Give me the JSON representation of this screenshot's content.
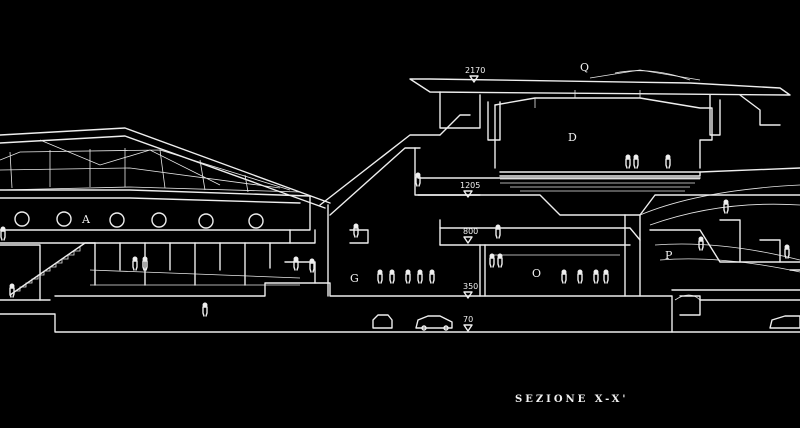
{
  "drawing": {
    "title": "SEZIONE X-X'",
    "background": "#000000",
    "stroke_color": "#eeeeee"
  },
  "zones": {
    "a": "A",
    "d": "D",
    "g": "G",
    "o": "O",
    "p": "P",
    "q": "Q"
  },
  "elevations": {
    "top": "2170",
    "upper": "1205",
    "mid": "800",
    "ground": "350",
    "street": "70"
  }
}
